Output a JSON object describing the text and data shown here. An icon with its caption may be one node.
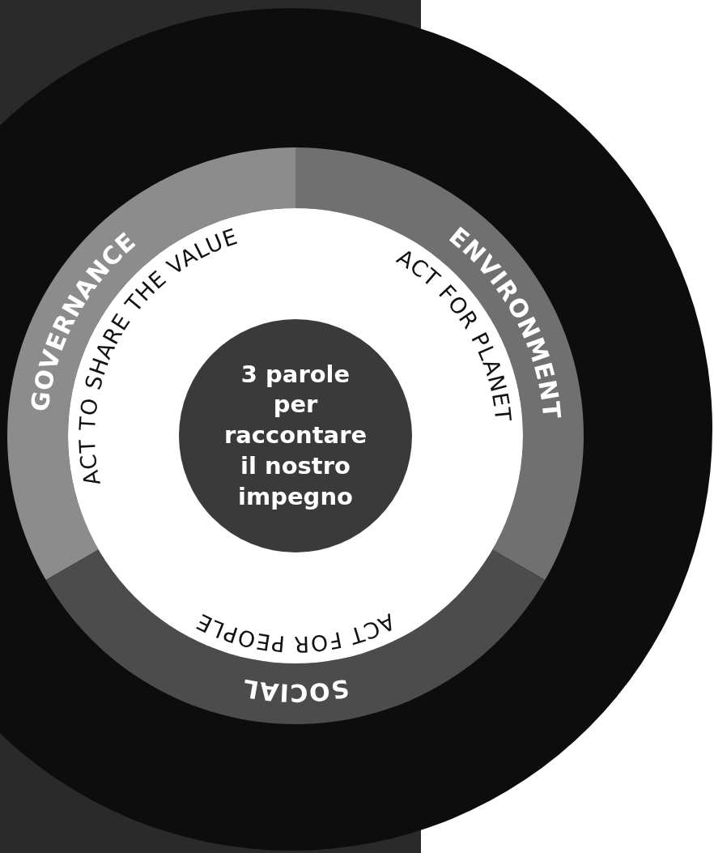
{
  "diagram": {
    "nodes": [
      {
        "text": [
          "ACT TO SHARE THE VALUE",
          "ACT FOR PLANET",
          "ACT FOR PEOPLE"
        ]
      },
      {
        "text": [
          "3 parole per raccontare il nostro impegno"
        ],
        "in": 0
      },
      {
        "text": [
          "GOVERNANCE"
        ]
      },
      {
        "text": [
          "ENVIRONMENT"
        ]
      },
      {
        "text": [
          "SOCIAL"
        ]
      }
    ],
    "edges": []
  }
}
